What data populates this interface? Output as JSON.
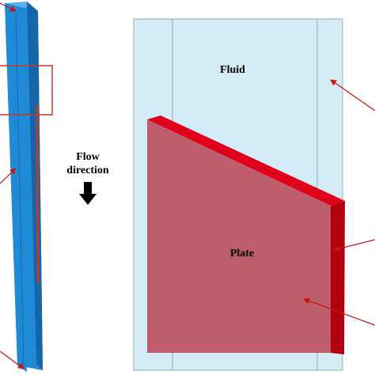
{
  "labels": {
    "fluid": "Fluid",
    "flow_line1": "Flow",
    "flow_line2": "direction",
    "plate": "Plate"
  },
  "colors": {
    "channel_front": "#1f8ad6",
    "channel_side": "#1566a8",
    "channel_top": "#5ab0ee",
    "fluid_fill": "#d3ecf7",
    "fluid_edge": "#9aa7b0",
    "plate_face": "#be5e6c",
    "plate_top": "#e0001c",
    "plate_side": "#b3000f",
    "plate_strip": "#c0392b",
    "callout_box": "#c0392b",
    "leader_arrow": "#cc1111",
    "flow_arrow": "#000000"
  },
  "icons": {
    "flow_arrow": "down-arrow-icon"
  }
}
